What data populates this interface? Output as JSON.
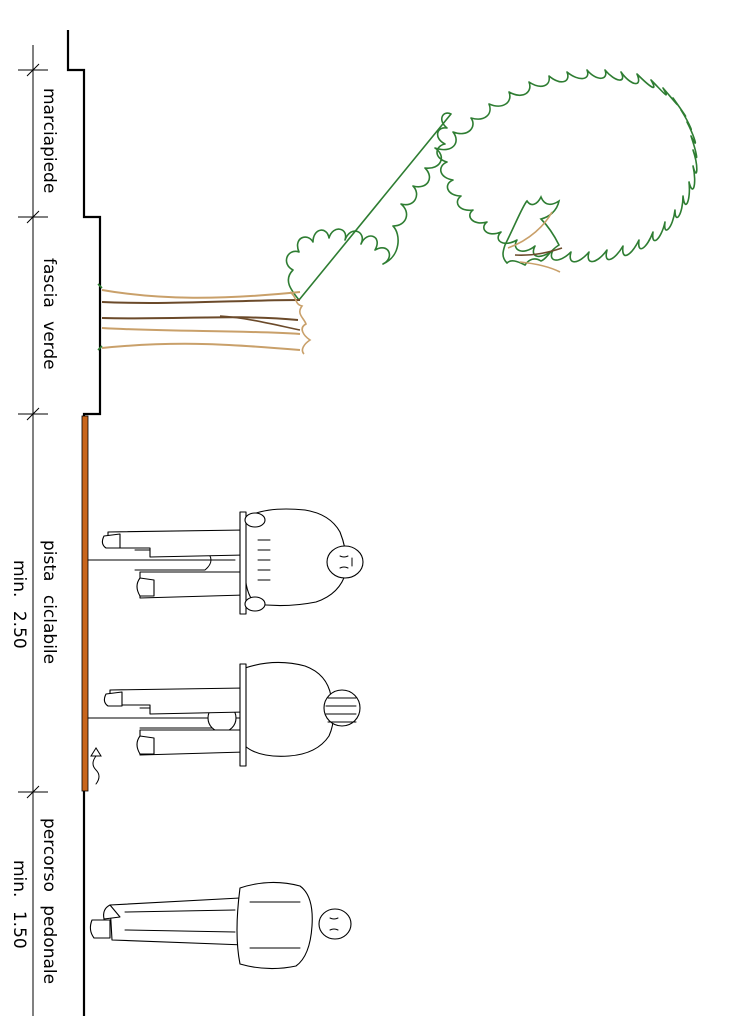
{
  "sections": [
    {
      "id": "marciapiede",
      "label": "marciapiede",
      "sub": ""
    },
    {
      "id": "fascia-verde",
      "label": "fascia verde",
      "sub": ""
    },
    {
      "id": "pista-ciclabile",
      "label": "pista ciclabile",
      "sub": "min. 2.50"
    },
    {
      "id": "percorso-pedonale",
      "label": "percorso pedonale",
      "sub": "min. 1.50"
    }
  ],
  "colors": {
    "bike_lane": "#c8651b",
    "tree_crown": "#2e7d32",
    "trunk_light": "#c9a06a",
    "trunk_dark": "#6b4a2a",
    "line": "#000000"
  },
  "icons": [
    "tree-icon",
    "cyclist-icon",
    "pedestrian-icon",
    "direction-arrow-icon"
  ]
}
